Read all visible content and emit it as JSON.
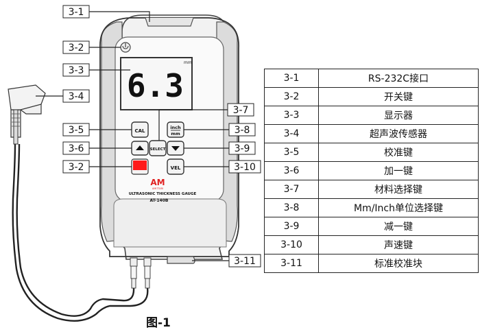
{
  "callouts": {
    "c1": "3-1",
    "c2a": "3-2",
    "c3": "3-3",
    "c4": "3-4",
    "c5": "3-5",
    "c6": "3-6",
    "c2b": "3-2",
    "c7": "3-7",
    "c8": "3-8",
    "c9": "3-9",
    "c10": "3-10",
    "c11": "3-11"
  },
  "device": {
    "display_value": "6.3",
    "display_unit": "mm",
    "btn_cal": "CAL",
    "btn_select": "SELECT",
    "btn_unit_top": "inch",
    "btn_unit_bottom": "mm",
    "btn_vel": "VEL",
    "logo": "AM",
    "brand": "AMITTARI",
    "model_title": "ULTRASONIC THICKNESS GAUGE",
    "model_no": "AT-140B"
  },
  "legend": [
    {
      "code": "3-1",
      "name": "RS-232C接口"
    },
    {
      "code": "3-2",
      "name": "开关键"
    },
    {
      "code": "3-3",
      "name": "显示器"
    },
    {
      "code": "3-4",
      "name": "超声波传感器"
    },
    {
      "code": "3-5",
      "name": "校准键"
    },
    {
      "code": "3-6",
      "name": "加一键"
    },
    {
      "code": "3-7",
      "name": "材料选择键"
    },
    {
      "code": "3-8",
      "name": "Mm/Inch单位选择键"
    },
    {
      "code": "3-9",
      "name": "减一键"
    },
    {
      "code": "3-10",
      "name": "声速键"
    },
    {
      "code": "3-11",
      "name": "标准校准块"
    }
  ],
  "caption": "图-1",
  "colors": {
    "body": "#f2f2f2",
    "outline": "#444444",
    "lcd": "#f7f7f7",
    "power_button": "#ff1a1a",
    "logo_red": "#e02020"
  }
}
